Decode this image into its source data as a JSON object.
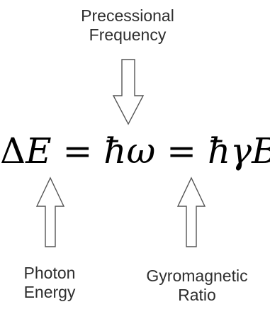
{
  "labels": {
    "top": [
      "Precessional",
      "Frequency"
    ],
    "left": [
      "Photon",
      "Energy"
    ],
    "right": [
      "Gyromagnetic",
      "Ratio"
    ]
  },
  "equation": {
    "delta": "Δ",
    "E": "E",
    "eq1": " = ",
    "hbar1": "ħ",
    "omega": "ω",
    "eq2": " = ",
    "hbar2": "ħ",
    "gamma": "γ",
    "B": "B"
  },
  "colors": {
    "arrow_stroke": "#555555",
    "text": "#2e2e2e"
  }
}
